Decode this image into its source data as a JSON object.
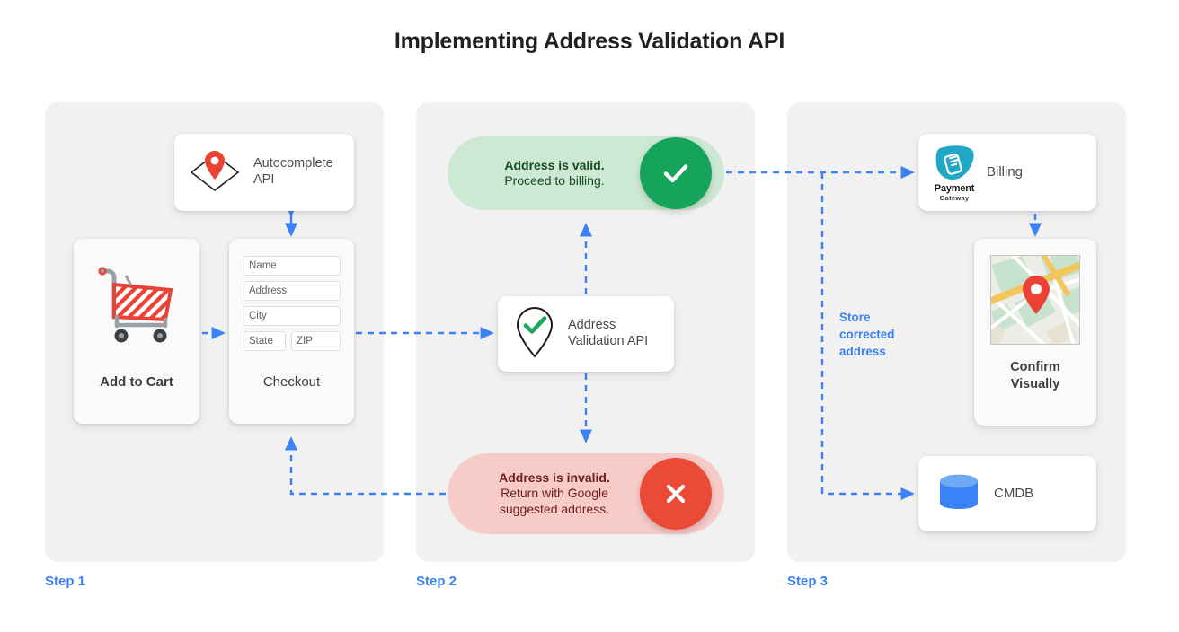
{
  "title": "Implementing Address Validation API",
  "accent_color": "#3B82F6",
  "panel_bg": "#F1F1F1",
  "steps": [
    {
      "label": "Step 1"
    },
    {
      "label": "Step 2"
    },
    {
      "label": "Step 3"
    }
  ],
  "step1": {
    "autocomplete": {
      "label_line1": "Autocomplete",
      "label_line2": "API",
      "icon": "map-pin-icon"
    },
    "cart": {
      "title": "Add to Cart",
      "icon": "shopping-cart-icon"
    },
    "checkout": {
      "title": "Checkout",
      "fields": [
        {
          "name": "name-field",
          "placeholder": "Name"
        },
        {
          "name": "address-field",
          "placeholder": "Address"
        },
        {
          "name": "city-field",
          "placeholder": "City"
        },
        {
          "name": "state-field",
          "placeholder": "State"
        },
        {
          "name": "zip-field",
          "placeholder": "ZIP"
        }
      ]
    }
  },
  "step2": {
    "valid": {
      "line1": "Address is valid.",
      "line2": "Proceed to billing.",
      "icon": "check-circle-icon",
      "color": "#16A45B",
      "bg": "#CDE9D4"
    },
    "invalid": {
      "line1": "Address is invalid.",
      "line2": "Return with Google",
      "line3": "suggested address.",
      "icon": "x-circle-icon",
      "color": "#EA4A36",
      "bg": "#F7CBC8"
    },
    "api": {
      "label_line1": "Address",
      "label_line2": "Validation API",
      "icon": "pin-check-icon"
    }
  },
  "step3": {
    "billing": {
      "label": "Billing",
      "logo_name": "Payment",
      "logo_sub": "Gateway",
      "icon": "payment-gateway-icon"
    },
    "map": {
      "title_line1": "Confirm",
      "title_line2": "Visually",
      "icon": "map-thumbnail-icon"
    },
    "cmdb": {
      "label": "CMDB",
      "icon": "database-icon"
    },
    "store_note": {
      "line1": "Store",
      "line2": "corrected",
      "line3": "address"
    }
  }
}
